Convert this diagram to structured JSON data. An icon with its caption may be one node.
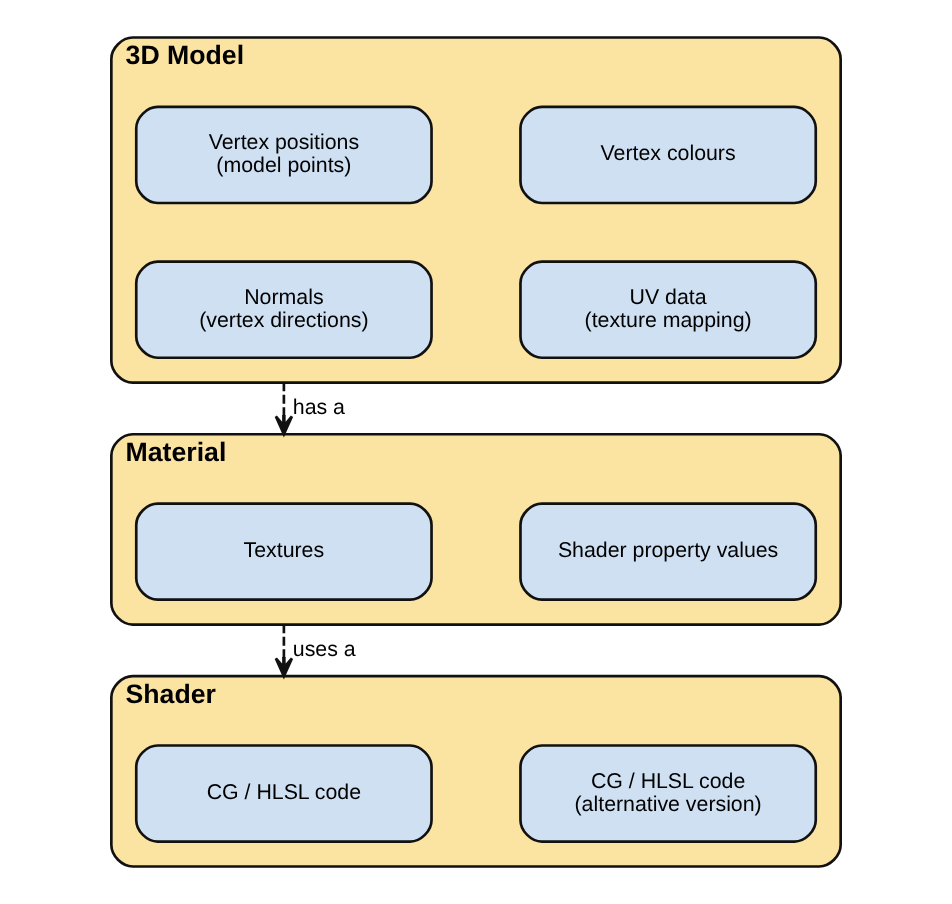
{
  "diagram": {
    "nodes": [
      {
        "text": [
          "3D Model"
        ]
      },
      {
        "text": [
          "Vertex positions (model points)"
        ],
        "in": 0
      },
      {
        "text": [
          "Vertex colours"
        ],
        "in": 0
      },
      {
        "text": [
          "Normals (vertex directions)"
        ],
        "in": 0
      },
      {
        "text": [
          "UV data (texture mapping)"
        ],
        "in": 0
      },
      {
        "text": [
          "Material"
        ]
      },
      {
        "text": [
          "Textures"
        ],
        "in": 5
      },
      {
        "text": [
          "Shader property values"
        ],
        "in": 5
      },
      {
        "text": [
          "Shader"
        ]
      },
      {
        "text": [
          "CG / HLSL code"
        ],
        "in": 8
      },
      {
        "text": [
          "CG / HLSL code (alternative version)"
        ],
        "in": 8
      }
    ],
    "edges": [
      {
        "from": 0,
        "to": 5,
        "arrow": "to",
        "label": "has a",
        "style": "dashed"
      },
      {
        "from": 5,
        "to": 8,
        "arrow": "to",
        "label": "uses a",
        "style": "dashed"
      }
    ]
  }
}
